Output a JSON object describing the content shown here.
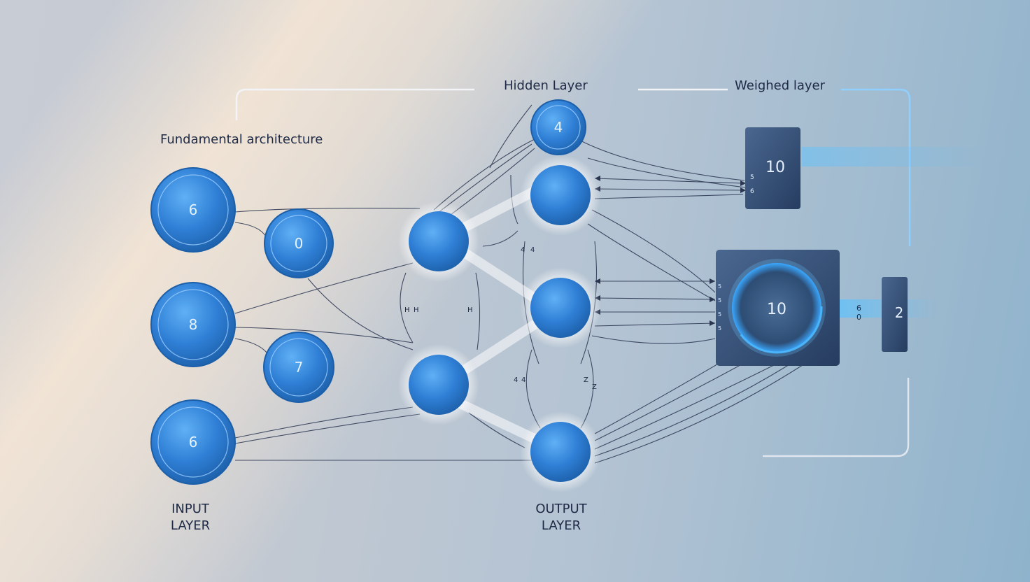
{
  "labels": {
    "title": "Fundamental architecture",
    "hidden": "Hidden Layer",
    "weighed": "Weighed layer",
    "input_line1": "INPUT",
    "input_line2": "LAYER",
    "output_line1": "OUTPUT",
    "output_line2": "LAYER"
  },
  "input_nodes": [
    {
      "value": "6"
    },
    {
      "value": "0"
    },
    {
      "value": "8"
    },
    {
      "value": "7"
    },
    {
      "value": "6"
    }
  ],
  "hidden_top_node": {
    "value": "4"
  },
  "weighed_boxes": [
    {
      "value": "10",
      "side_marks": [
        "5",
        "6"
      ]
    },
    {
      "value": "10",
      "side_marks": [
        "5",
        "5",
        "5",
        "5"
      ]
    }
  ],
  "output_box": {
    "value": "2",
    "side_marks": [
      "6",
      "0"
    ]
  },
  "edge_marks": [
    "4",
    "4",
    "H",
    "H",
    "H",
    "4",
    "4",
    "Z",
    "Z"
  ],
  "colors": {
    "node_blue": "#2f7fd6",
    "node_rim": "#1c5fa8",
    "box_navy": "#34507a",
    "text_dark": "#1e2a45",
    "glow": "#6cc6ff"
  }
}
